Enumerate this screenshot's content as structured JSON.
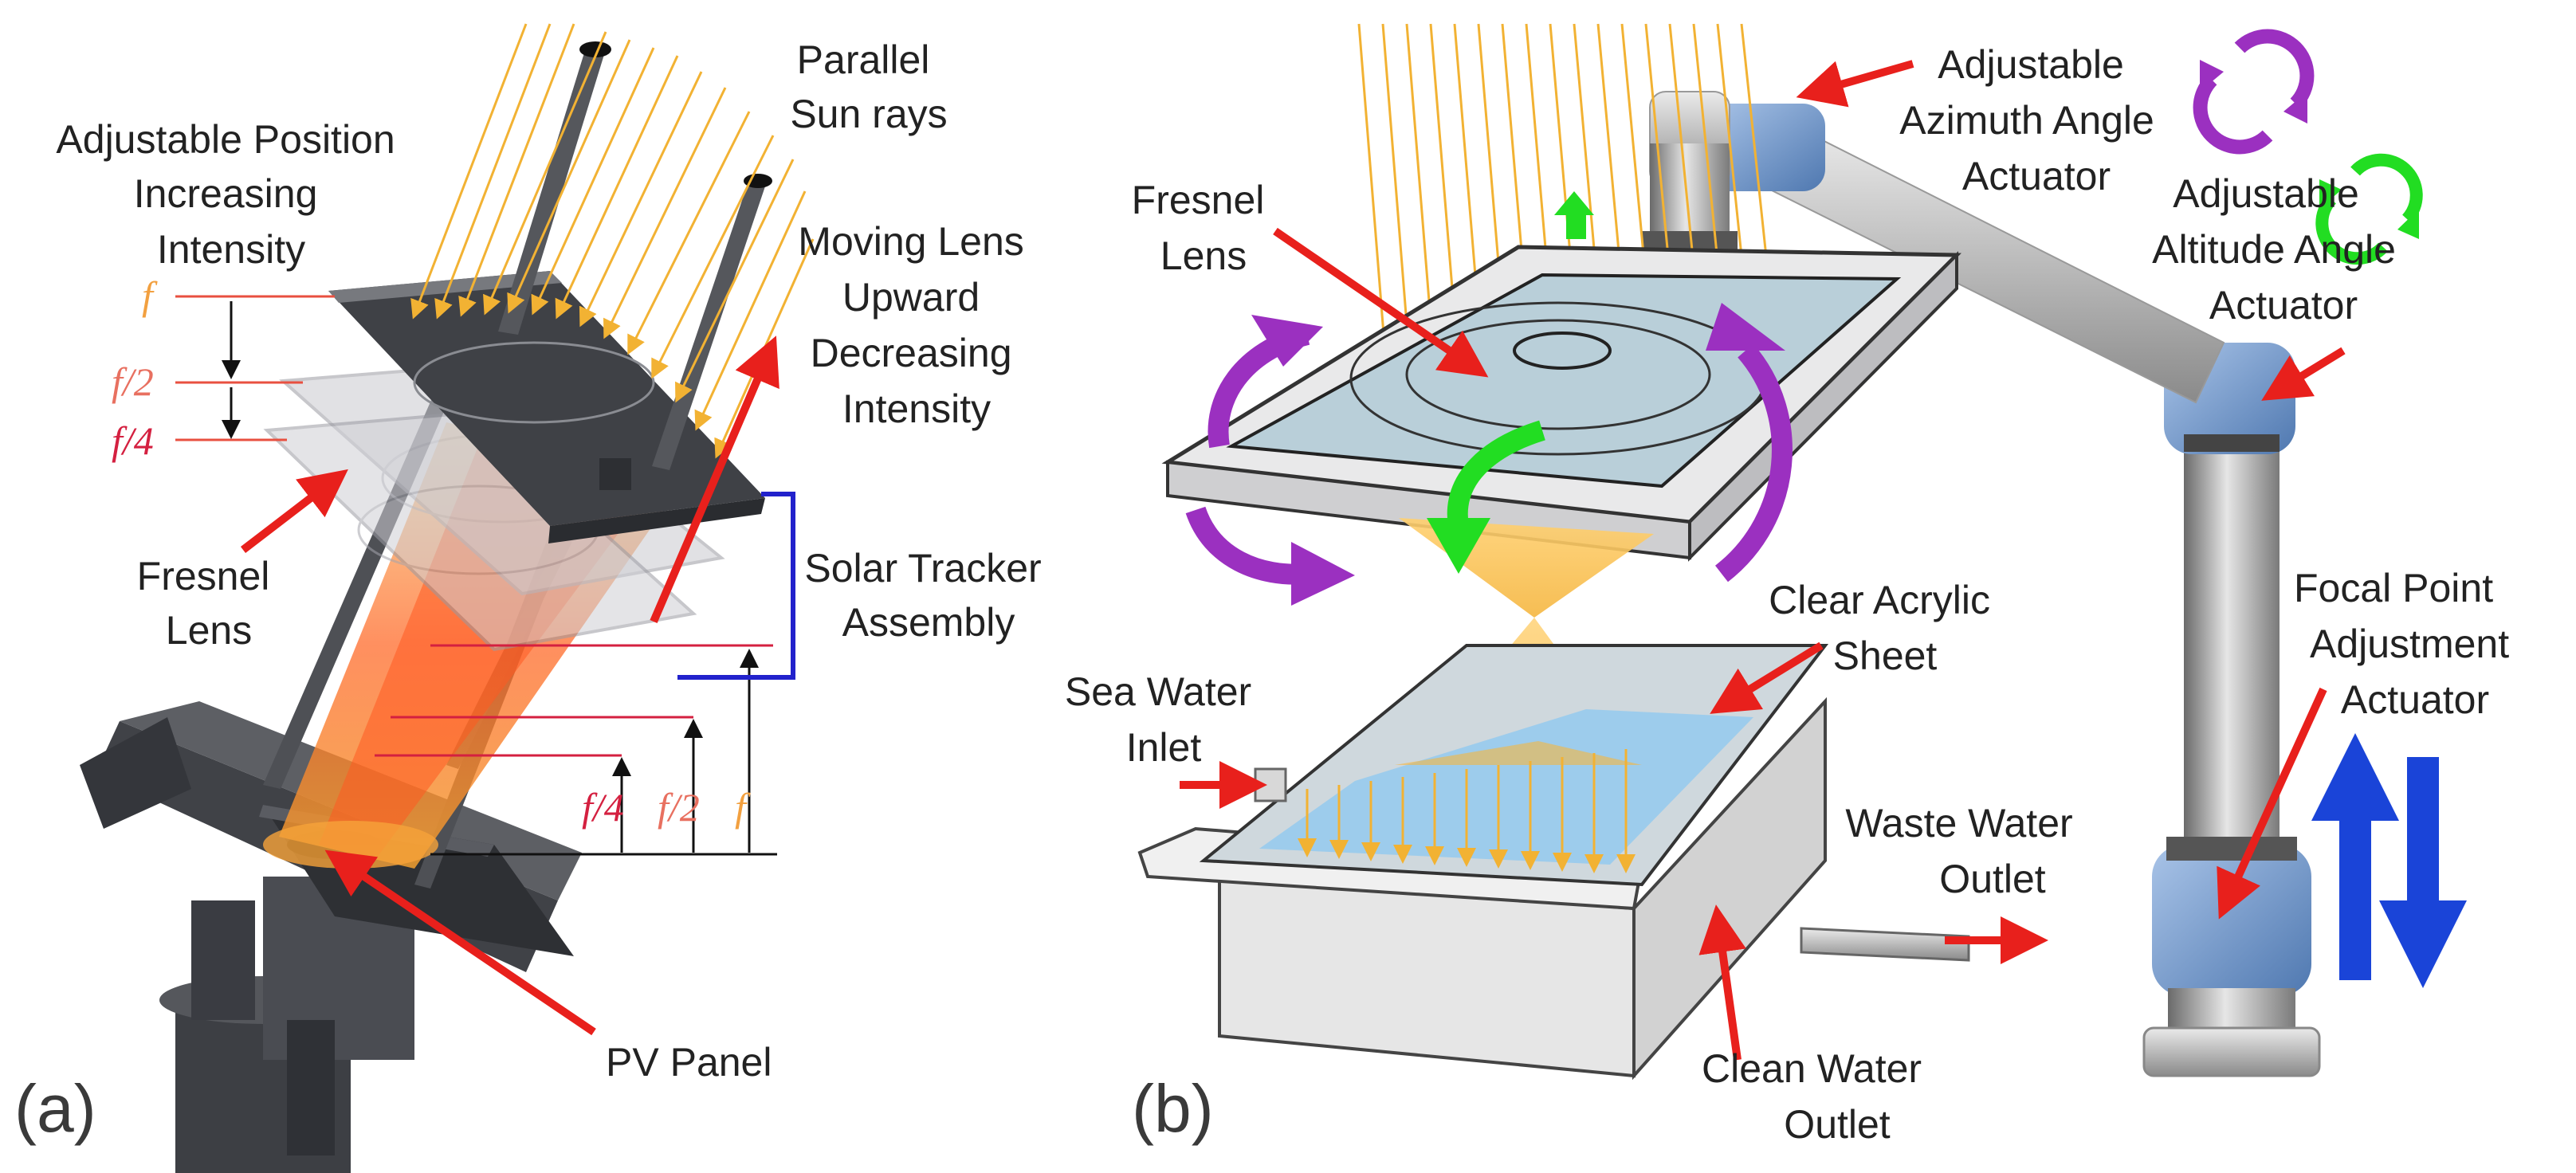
{
  "panel_a": {
    "tag": "(a)",
    "labels": {
      "sun_rays": [
        "Parallel",
        "Sun rays"
      ],
      "adjustable_position": [
        "Adjustable Position",
        "Increasing",
        "Intensity"
      ],
      "moving_lens": [
        "Moving Lens",
        "Upward",
        "Decreasing",
        "Intensity"
      ],
      "fresnel_lens": [
        "Fresnel",
        "Lens"
      ],
      "solar_tracker": [
        "Solar Tracker",
        "Assembly"
      ],
      "pv_panel": "PV Panel"
    },
    "focal_marks": {
      "f": "f",
      "f2": "f/2",
      "f4": "f/4"
    }
  },
  "panel_b": {
    "tag": "(b)",
    "labels": {
      "fresnel_lens": [
        "Fresnel",
        "Lens"
      ],
      "azimuth": [
        "Adjustable",
        "Azimuth Angle",
        "Actuator"
      ],
      "altitude": [
        "Adjustable",
        "Altitude Angle",
        "Actuator"
      ],
      "clear_acrylic": [
        "Clear Acrylic",
        "Sheet"
      ],
      "sea_water": [
        "Sea Water",
        "Inlet"
      ],
      "waste_water": [
        "Waste Water",
        "Outlet"
      ],
      "clean_water": [
        "Clean Water",
        "Outlet"
      ],
      "focal_point": [
        "Focal Point",
        "Adjustment",
        "Actuator"
      ]
    }
  },
  "colors": {
    "sun_ray": "#f2b233",
    "pointer_arrow": "#e8201c",
    "f_color": "#f2a040",
    "f2_color": "#e87060",
    "f4_color": "#d42040",
    "tracker_bracket": "#2222cc",
    "purple_arrow": "#9b30c0",
    "green_arrow": "#22dd22",
    "blue_arrow": "#1a44d8",
    "water": "#8cc8f0",
    "robot_joint": "#7aa0d0"
  }
}
